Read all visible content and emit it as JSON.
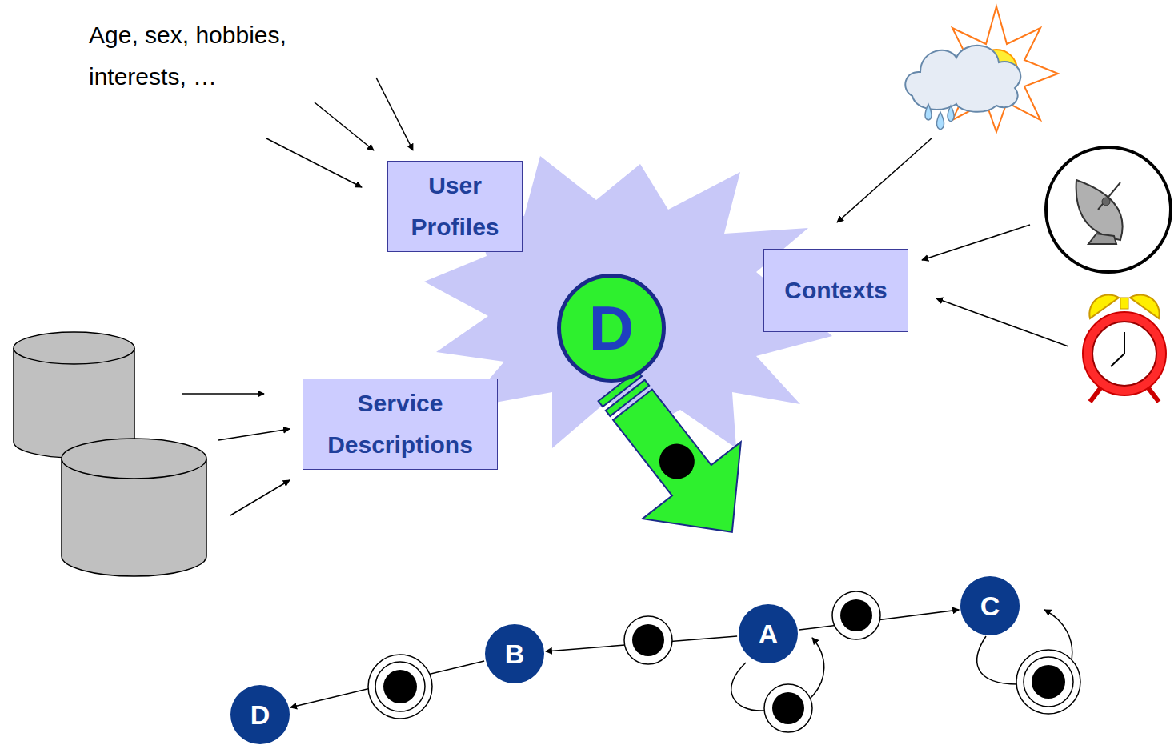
{
  "diagram": {
    "nodes": [
      {
        "text": [
          "User Profiles"
        ]
      },
      {
        "text": [
          "Contexts"
        ]
      },
      {
        "text": [
          "D"
        ]
      },
      {
        "text": [
          "Service Descriptions"
        ]
      },
      {
        "text": [
          "C"
        ]
      },
      {
        "text": [
          "A"
        ]
      },
      {
        "text": [
          "B"
        ]
      },
      {
        "text": [
          "D"
        ]
      }
    ],
    "edges": [
      {
        "from": 5,
        "to": 6,
        "arrow": "to"
      },
      {
        "from": 5,
        "to": 4,
        "arrow": "to"
      },
      {
        "from": 6,
        "to": 7,
        "arrow": "to"
      }
    ],
    "labels": [
      "Age, sex, hobbies, interests, …"
    ]
  }
}
